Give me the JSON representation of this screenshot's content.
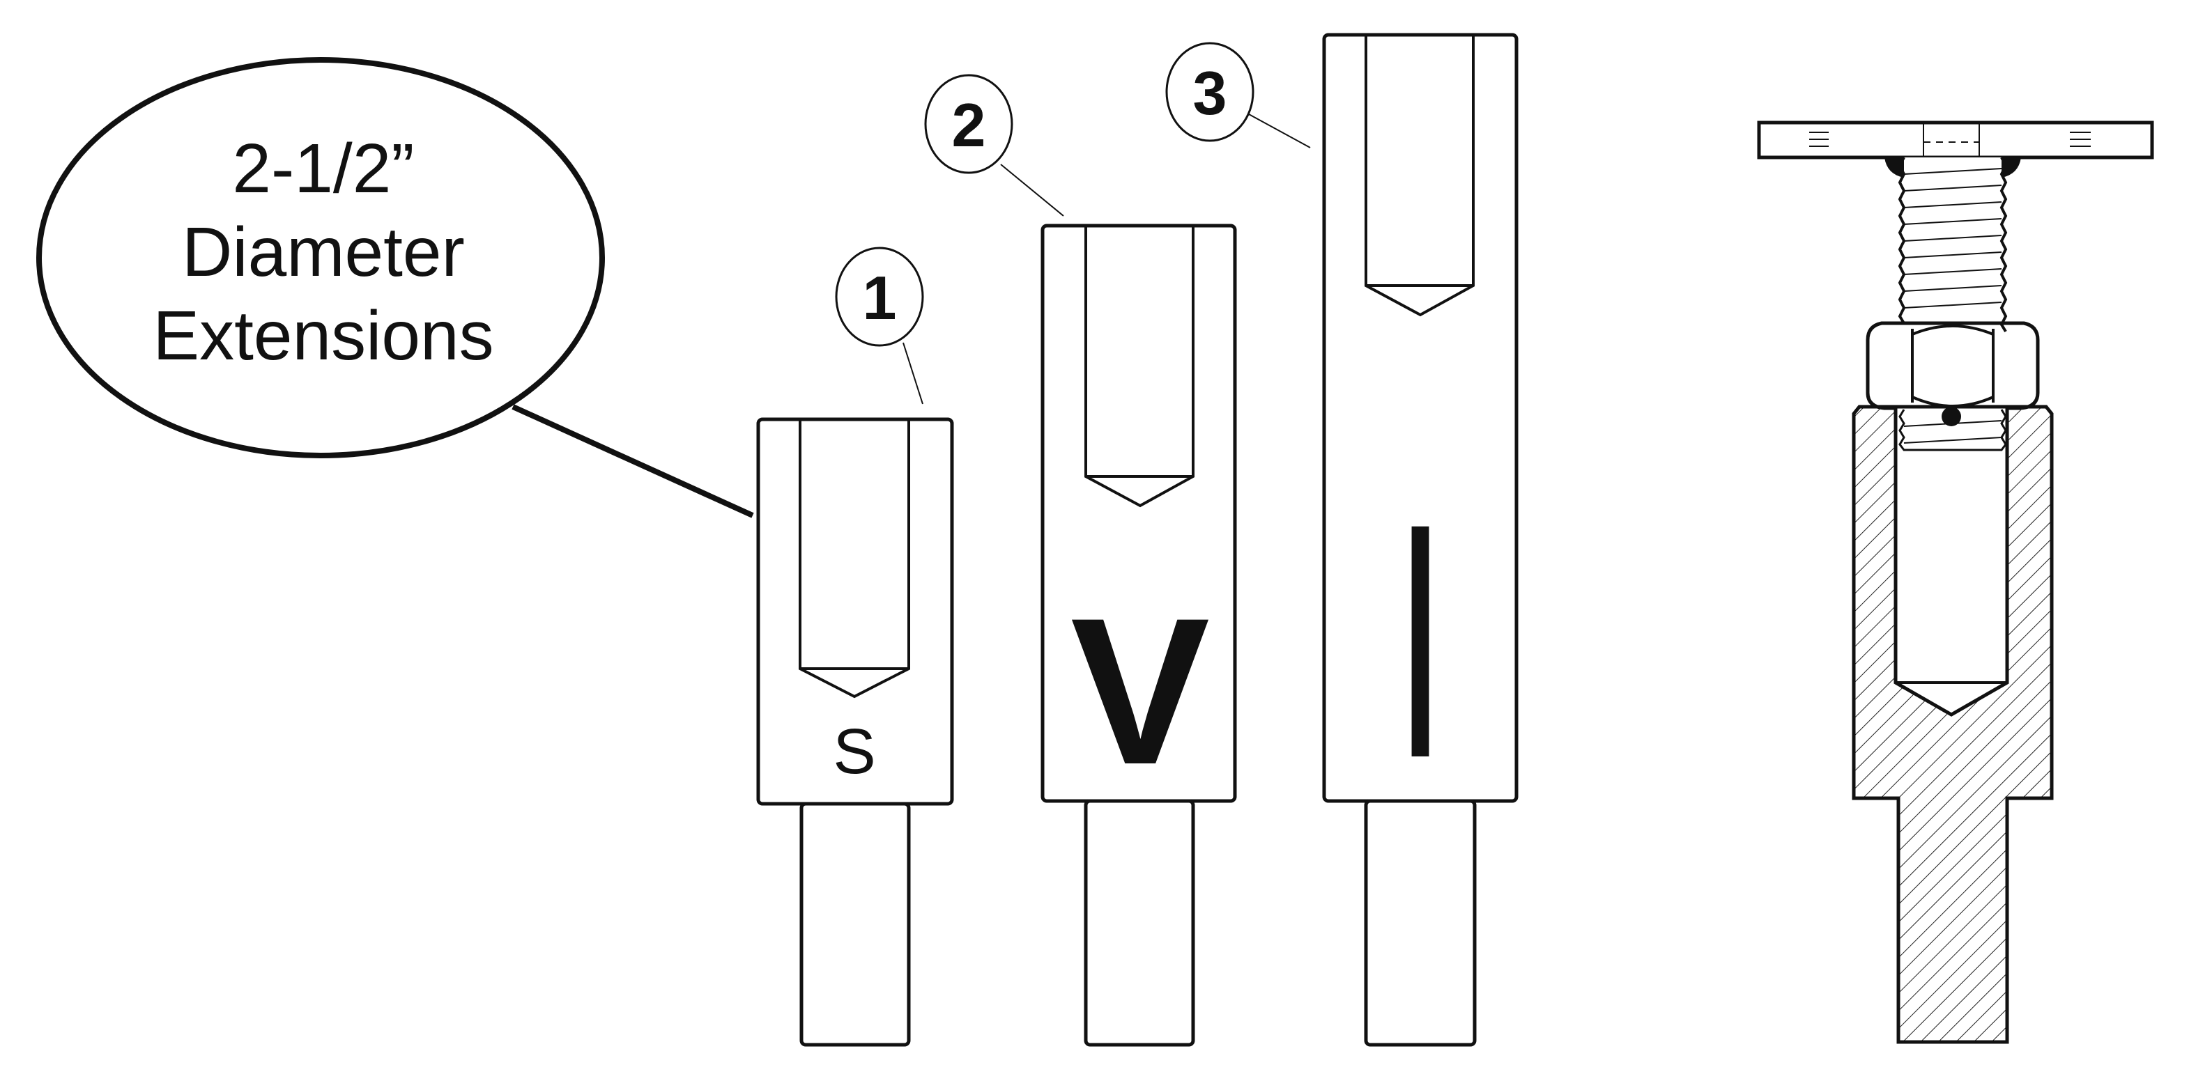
{
  "callout": {
    "lines": [
      "2-1/2”",
      "Diameter",
      "Extensions"
    ]
  },
  "parts": [
    {
      "balloon": "1",
      "letter": "S"
    },
    {
      "balloon": "2",
      "letter": "V"
    },
    {
      "balloon": "3",
      "letter": "I"
    }
  ],
  "colors": {
    "ink": "#111111",
    "background": "#ffffff"
  }
}
